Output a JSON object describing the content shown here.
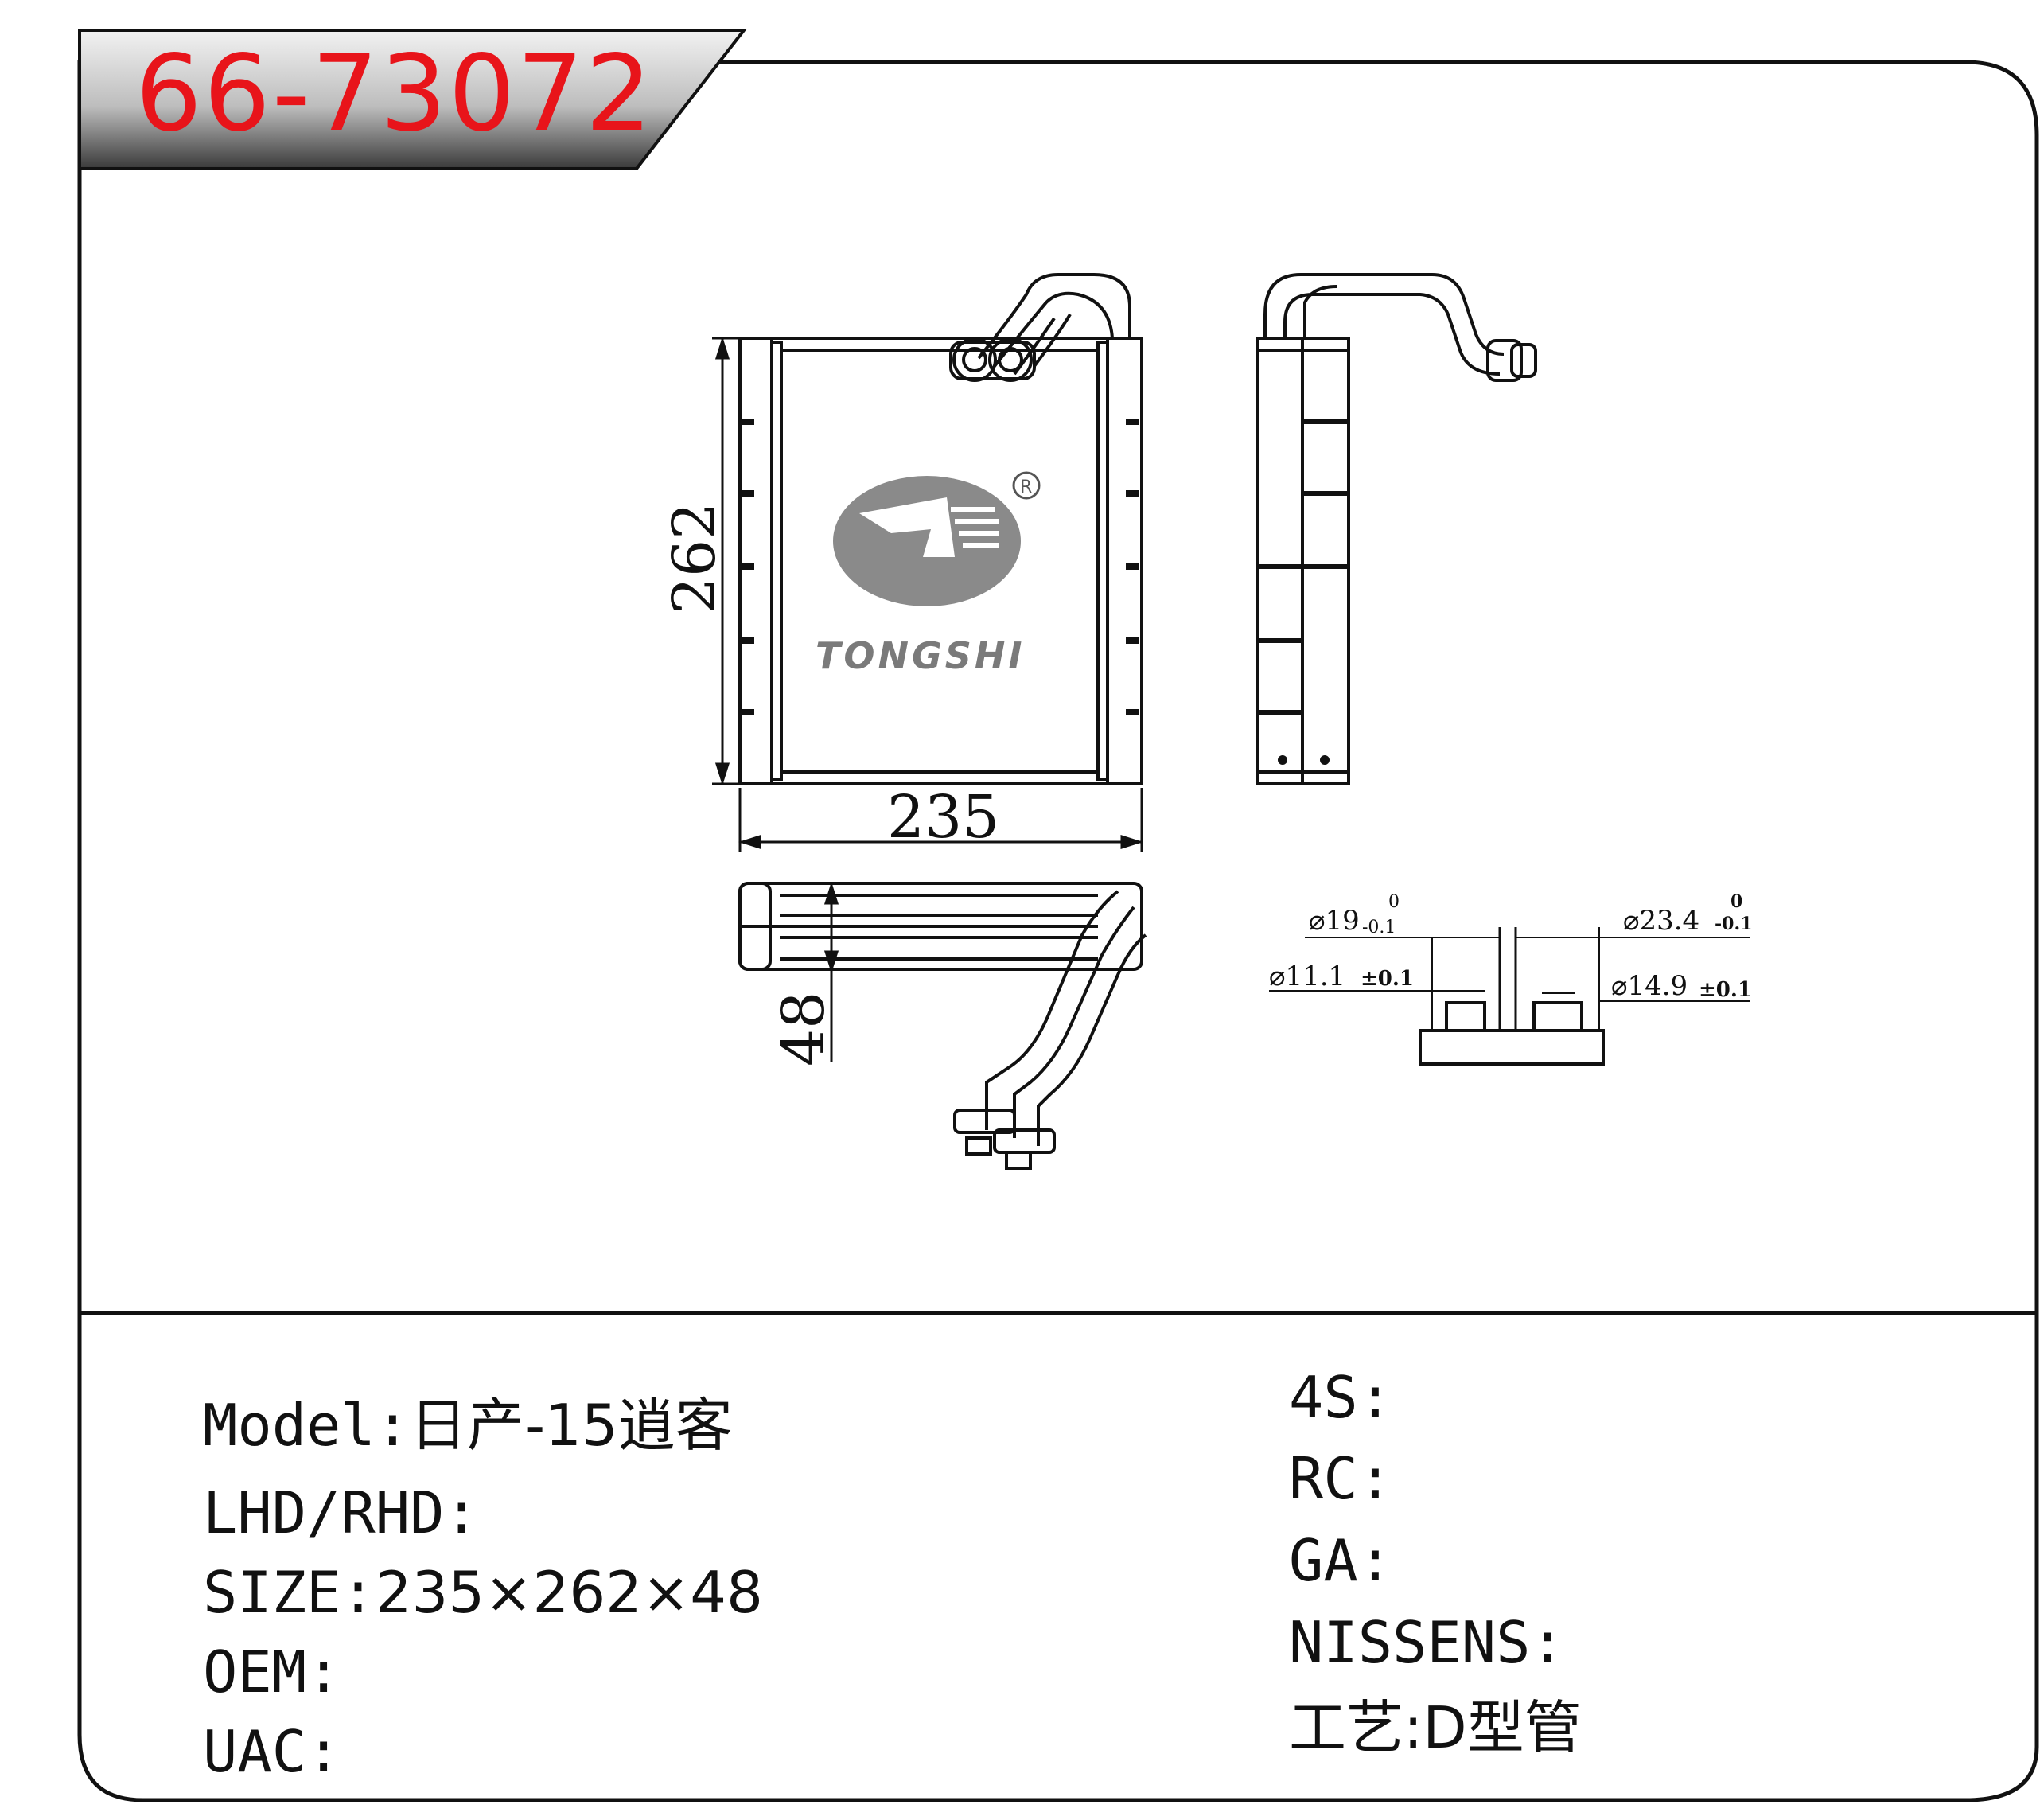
{
  "part_number": "66-73072",
  "brand": {
    "name": "TONGSHI",
    "registered_mark": "R"
  },
  "dimensions": {
    "width": "235",
    "height": "262",
    "depth": "48"
  },
  "fittings": {
    "outer_left": "⌀19",
    "outer_left_tol_upper": "0",
    "outer_left_tol_lower": "-0.1",
    "inner_left": "⌀11.1",
    "inner_left_tol": "±0.1",
    "outer_right": "⌀23.4",
    "outer_right_tol_upper": "0",
    "outer_right_tol_lower": "-0.1",
    "inner_right": "⌀14.9",
    "inner_right_tol": "±0.1"
  },
  "specs_left": [
    {
      "label": "Model:",
      "value": "日产-15逍客"
    },
    {
      "label": "LHD/RHD:",
      "value": ""
    },
    {
      "label": "SIZE:",
      "value": "235×262×48"
    },
    {
      "label": "OEM:",
      "value": ""
    },
    {
      "label": "UAC:",
      "value": ""
    }
  ],
  "specs_right": [
    {
      "label": "4S:",
      "value": ""
    },
    {
      "label": "RC:",
      "value": ""
    },
    {
      "label": "GA:",
      "value": ""
    },
    {
      "label": "NISSENS:",
      "value": ""
    },
    {
      "label": "工艺:",
      "value": "D型管"
    }
  ],
  "colors": {
    "part_number": "#e8141a",
    "tag_fill": "#2b2b2b",
    "logo_gray": "#8a8a8a",
    "line": "#111111"
  }
}
